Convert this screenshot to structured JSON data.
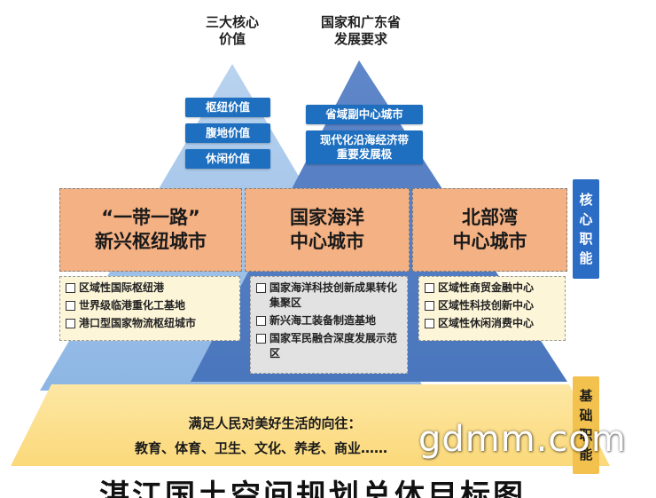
{
  "header": {
    "left_title_line1": "三大核心",
    "left_title_line2": "价值",
    "right_title_line1": "国家和广东省",
    "right_title_line2": "发展要求"
  },
  "core_values": [
    "枢纽价值",
    "腹地价值",
    "休闲价值"
  ],
  "requirements": [
    {
      "line1": "省域副中心城市",
      "line2": ""
    },
    {
      "line1": "现代化沿海经济带",
      "line2": "重要发展极"
    }
  ],
  "functions": [
    {
      "line1": "“一带一路”",
      "line2": "新兴枢纽城市"
    },
    {
      "line1": "国家海洋",
      "line2": "中心城市"
    },
    {
      "line1": "北部湾",
      "line2": "中心城市"
    }
  ],
  "lists": {
    "left": [
      "区域性国际枢纽港",
      "世界级临港重化工基地",
      "港口型国家物流枢纽城市"
    ],
    "middle": [
      "国家海洋科技创新成果转化集聚区",
      "新兴海工装备制造基地",
      "国家军民融合深度发展示范区"
    ],
    "right": [
      "区域性商贸金融中心",
      "区域性科技创新中心",
      "区域性休闲消费中心"
    ]
  },
  "side_tags": {
    "core": [
      "核",
      "心",
      "职",
      "能"
    ],
    "base": [
      "基",
      "础",
      "职",
      "能"
    ]
  },
  "base": {
    "line1": "满足人民对美好生活的向往：",
    "line2": "教育、体育、卫生、文化、养老、商业……"
  },
  "watermark": "gdmm.com",
  "bottom_title": "湛江国土空间规划总体目标图",
  "colors": {
    "blue_pill": "#1e6fbf",
    "func_orange": "#f4b183",
    "list_cream": "#fdf5d8",
    "list_gray": "#e2e2e2",
    "base_yellow": "#fde599",
    "core_tag": "#2b6cc4",
    "base_tag": "#f2c14e"
  }
}
